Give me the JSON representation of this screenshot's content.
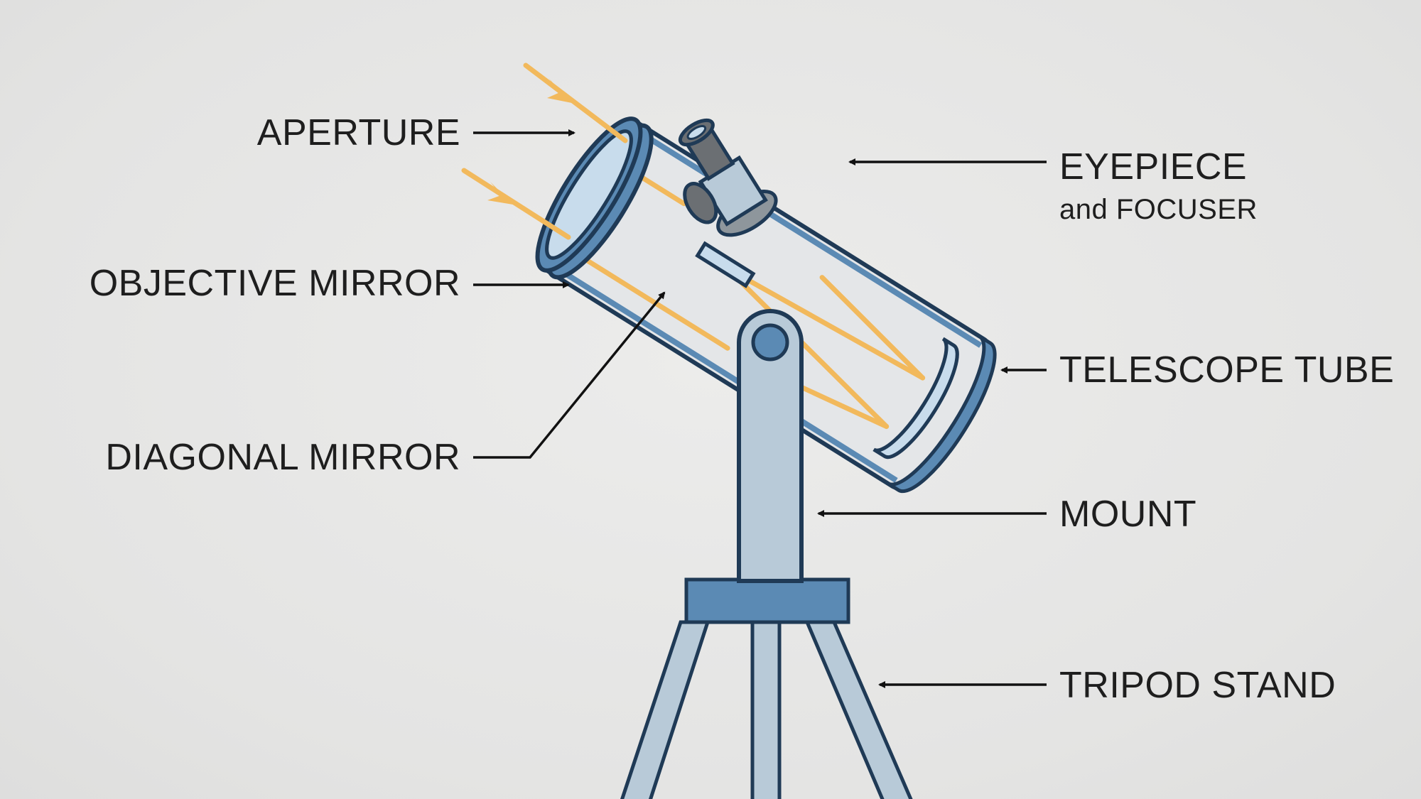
{
  "labels": {
    "aperture": "APERTURE",
    "objective_mirror": "OBJECTIVE MIRROR",
    "diagonal_mirror": "DIAGONAL MIRROR",
    "eyepiece": "EYEPIECE",
    "eyepiece_sub": "and FOCUSER",
    "telescope_tube": "TELESCOPE TUBE",
    "mount": "MOUNT",
    "tripod_stand": "TRIPOD STAND"
  },
  "colors": {
    "outline": "#1f3a56",
    "tube_blue": "#5b8ab4",
    "light_blue": "#b8cad8",
    "glass": "#c8dcec",
    "light_ray": "#f2b95c",
    "eyepiece_gray": "#6b6f73",
    "text": "#1e1e1e"
  }
}
